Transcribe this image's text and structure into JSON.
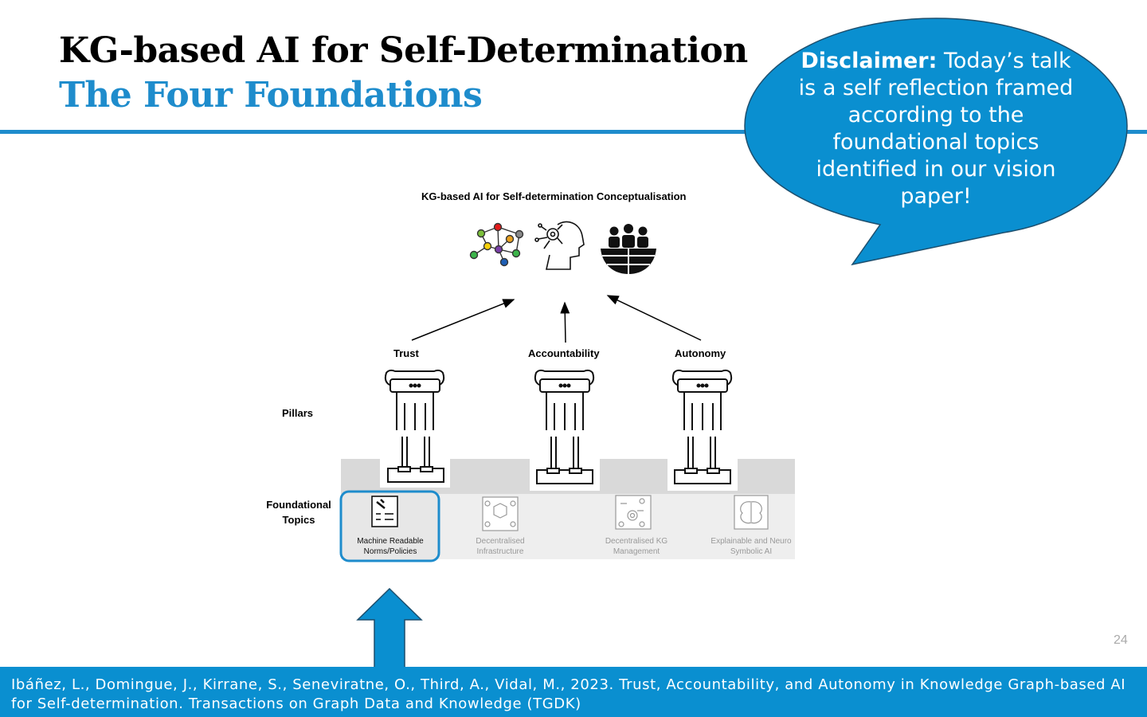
{
  "slide": {
    "title": "KG-based AI for Self-Determination",
    "subtitle": "The Four Foundations",
    "page_number": "24",
    "accent_color": "#1e8ccc",
    "footer_color": "#0a8fd0"
  },
  "callout": {
    "bold": "Disclaimer:",
    "text": " Today’s talk is a self reflection framed according to the foundational topics identified in our vision paper!"
  },
  "diagram": {
    "title": "KG-based AI for Self-determination Conceptualisation",
    "top_icons": [
      "knowledge-graph-icon",
      "ai-head-icon",
      "people-globe-icon"
    ],
    "row_labels": {
      "pillars": "Pillars",
      "foundational_topics": "Foundational Topics"
    },
    "pillars": [
      "Trust",
      "Accountability",
      "Autonomy"
    ],
    "topics": [
      {
        "label": "Machine Readable Norms/Policies",
        "highlighted": true,
        "icon": "policy-document-icon"
      },
      {
        "label": "Decentralised Infrastructure",
        "highlighted": false,
        "icon": "network-cube-icon"
      },
      {
        "label": "Decentralised KG Management",
        "highlighted": false,
        "icon": "people-gear-icon"
      },
      {
        "label": "Explainable and Neuro Symbolic AI",
        "highlighted": false,
        "icon": "brain-icon"
      }
    ]
  },
  "footer": {
    "citation": "Ibáñez, L., Domingue, J., Kirrane, S., Seneviratne, O., Third, A., Vidal, M., 2023. Trust, Accountability, and Autonomy in Knowledge Graph-based AI for Self-determination. Transactions on Graph Data and Knowledge (TGDK)"
  }
}
